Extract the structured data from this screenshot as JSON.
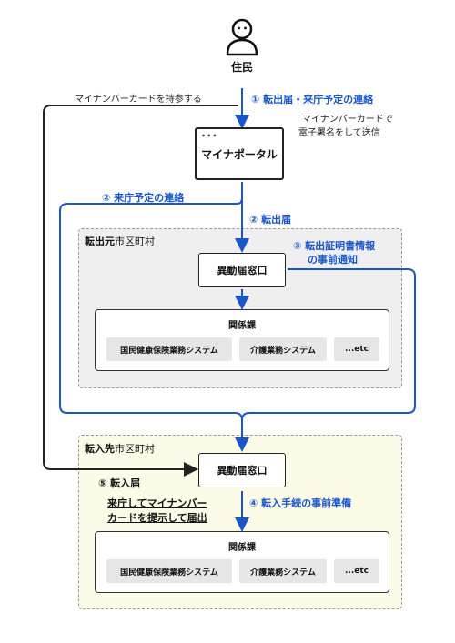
{
  "person": {
    "label": "住民"
  },
  "notes": {
    "carry_card": "マイナンバーカードを持参する",
    "sign_line1": "マイナンバーカードで",
    "sign_line2": "電子署名をして送信"
  },
  "portal": {
    "label": "マイナポータル"
  },
  "steps": {
    "step1": "① 転出届・来庁予定の連絡",
    "step2a": "② 来庁予定の連絡",
    "step2b": "② 転出届",
    "step3_line1": "③ 転出証明書情報",
    "step3_line2": "の事前通知",
    "step4": "④ 転入手続の事前準備",
    "step5": "⑤ 転入届",
    "step5_note_line1": "来庁してマイナンバー",
    "step5_note_line2": "カードを提示して届出"
  },
  "origin": {
    "label_bold": "転出元",
    "label_rest": "市区町村",
    "window": "異動届窓口",
    "panel_title": "関係課",
    "systems": [
      "国民健康保険業務システム",
      "介護業務システム",
      "...etc"
    ]
  },
  "destination": {
    "label_bold": "転入先",
    "label_rest": "市区町村",
    "window": "異動届窓口",
    "panel_title": "関係課",
    "systems": [
      "国民健康保険業務システム",
      "介護業務システム",
      "...etc"
    ]
  },
  "colors": {
    "flow_blue": "#1a56c9",
    "flow_black": "#222222",
    "origin_bg": "#efefef",
    "dest_bg": "#fbfbe8"
  }
}
